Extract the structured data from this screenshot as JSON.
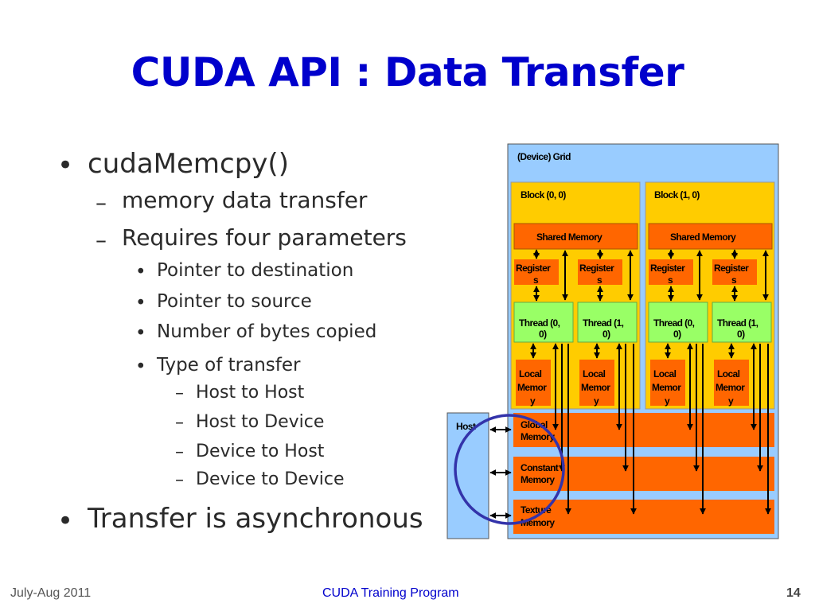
{
  "slide": {
    "title": "CUDA API : Data Transfer"
  },
  "bullets": {
    "main": "cudaMemcpy()",
    "sub1": "memory data transfer",
    "sub2": "Requires four parameters",
    "params": [
      "Pointer to destination",
      "Pointer to source",
      "Number of bytes copied",
      "Type of transfer"
    ],
    "types": [
      "Host to Host",
      "Host to Device",
      "Device to Host",
      "Device to Device"
    ],
    "async": "Transfer is asynchronous",
    "bullet_glyph": "•",
    "dash_glyph": "–"
  },
  "diagram": {
    "grid_label": "(Device) Grid",
    "block0": "Block (0, 0)",
    "block1": "Block (1, 0)",
    "shared": "Shared Memory",
    "registers_line1": "Register",
    "registers_line2": "s",
    "thread00_line1": "Thread (0,",
    "thread00_line2": "0)",
    "thread10_line1": "Thread (1,",
    "thread10_line2": "0)",
    "local_line1": "Local",
    "local_line2": "Memor",
    "local_line3": "y",
    "host": "Host",
    "global_line1": "Global",
    "global_line2": "Memory",
    "constant_line1": "Constant",
    "constant_line2": "Memory",
    "texture_line1": "Texture",
    "texture_line2": "Memory",
    "colors": {
      "grid_bg": "#99ccff",
      "block_bg": "#ffcc00",
      "mem_bg": "#ff6600",
      "thread_bg": "#99ff66",
      "circle": "#3333aa"
    }
  },
  "footer": {
    "date": "July-Aug 2011",
    "program": "CUDA Training Program",
    "page": "14"
  },
  "colors": {
    "title": "#0000cc",
    "footer_center": "#0000cc",
    "text": "#2a2a2a"
  }
}
